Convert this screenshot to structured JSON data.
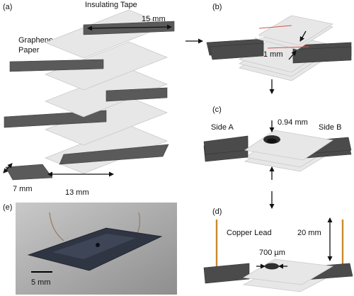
{
  "panels": {
    "a": {
      "tag": "(a)",
      "insulating_tape": "Insulating Tape",
      "graphene_line1": "Graphene",
      "graphene_line2": "Paper",
      "dim_width": "15 mm",
      "dim_side": "7 mm",
      "dim_length": "13 mm"
    },
    "b": {
      "tag": "(b)",
      "gap_left": "1 mm",
      "gap_right": "1 mm"
    },
    "c": {
      "tag": "(c)",
      "side_a": "Side A",
      "side_b": "Side B",
      "hole": "0.94 mm"
    },
    "d": {
      "tag": "(d)",
      "copper_lead": "Copper Lead",
      "height": "20 mm",
      "hole": "700 µm"
    },
    "e": {
      "tag": "(e)",
      "scale": "5 mm"
    }
  },
  "colors": {
    "graphene": "#5a5a5a",
    "tape": "#e7e7e7",
    "copper": "#c98a2e",
    "red_line": "#d9534f"
  }
}
